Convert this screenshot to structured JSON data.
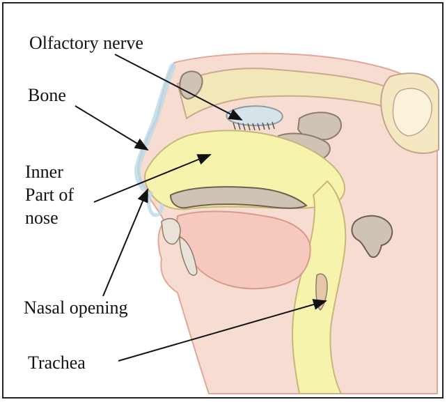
{
  "labels": {
    "olfactory_nerve": "Olfactory nerve",
    "bone": "Bone",
    "inner_part_of_nose": [
      "Inner",
      "Part of",
      "nose"
    ],
    "nasal_opening": "Nasal opening",
    "trachea": "Trachea"
  },
  "colors": {
    "skin": "#f7d9cf",
    "skin_edge": "#e8a99a",
    "nasal_cavity": "#f4f1a8",
    "bone": "#c9bfb5",
    "outline": "#a89080",
    "accent_blue": "#b9dbe8",
    "arrow": "#111111"
  }
}
